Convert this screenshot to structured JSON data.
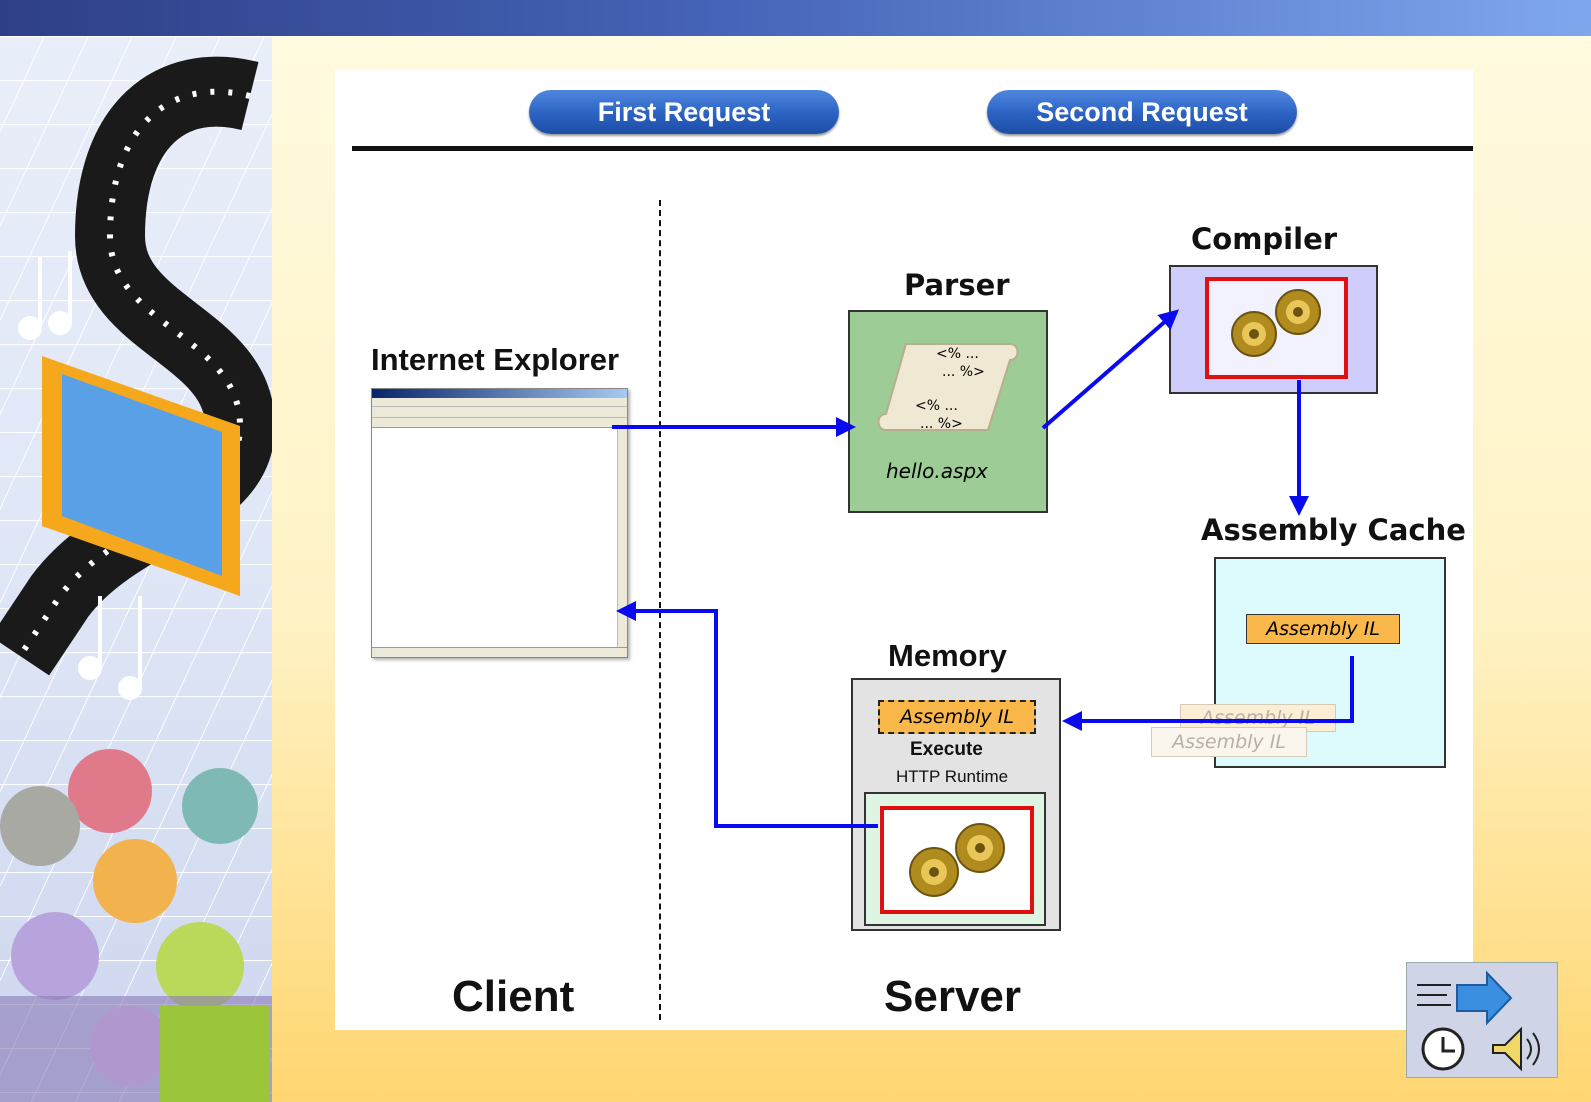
{
  "slide": {
    "buttons": {
      "first": "First Request",
      "second": "Second Request"
    },
    "labels": {
      "internet_explorer": "Internet Explorer",
      "parser": "Parser",
      "compiler": "Compiler",
      "assembly_cache": "Assembly Cache",
      "memory": "Memory",
      "client": "Client",
      "server": "Server"
    },
    "parser_file": "hello.aspx",
    "scroll_text": [
      "<% ...",
      "... %>",
      "<% ...",
      "... %>"
    ],
    "cache_item": "Assembly IL",
    "ghost_items": [
      "Assembly IL",
      "Assembly IL"
    ],
    "memory_item": "Assembly IL",
    "execute": "Execute",
    "runtime": "HTTP Runtime"
  },
  "colors": {
    "arrow": "#0a0aee",
    "parser_bg": "#9dcc97",
    "compiler_bg": "#cfcdfb",
    "cache_bg": "#ddfbfd",
    "memory_bg": "#e3e3e3",
    "runtime_bg": "#ddf5e2",
    "assembly_il_bg": "#fbb84a",
    "button": "#2b62c2"
  },
  "icons": [
    "film-strip-icon",
    "music-notes-icon",
    "people-icon",
    "gears-icon",
    "scroll-icon",
    "speaker-icon",
    "clock-icon",
    "browser-window-icon"
  ]
}
